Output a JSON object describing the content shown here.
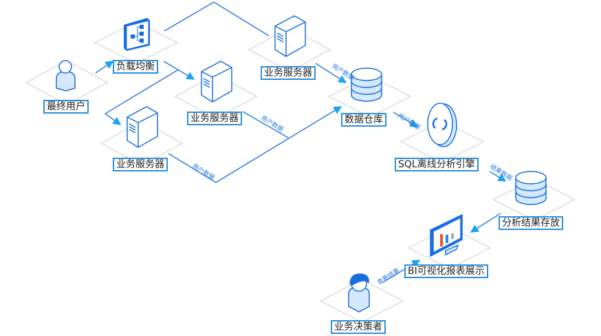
{
  "nodes": {
    "end_user": "最终用户",
    "load_balancer": "负载均衡",
    "server_top": "业务服务器",
    "server_mid": "业务服务器",
    "server_low": "业务服务器",
    "data_warehouse": "数据仓库",
    "sql_engine": "SQL离线分析引擎",
    "result_store": "分析结果存放",
    "bi_report": "BI可视化报表展示",
    "decision_maker": "业务决策者"
  },
  "edges": {
    "user_data_1": "用户数据",
    "user_data_2": "用户数据",
    "user_data_3": "用户数据",
    "user_data_4": "用户数据",
    "result_data": "结果数据",
    "view_result": "查看结果"
  },
  "colors": {
    "line": "#2a7be0",
    "accent": "#1a6fe0",
    "fill": "#d6e8fb",
    "tile": "#d9d9d9",
    "bar_red": "#e8552d",
    "bar_blue": "#1f8ee8",
    "bar_gray": "#aaaaaa"
  }
}
